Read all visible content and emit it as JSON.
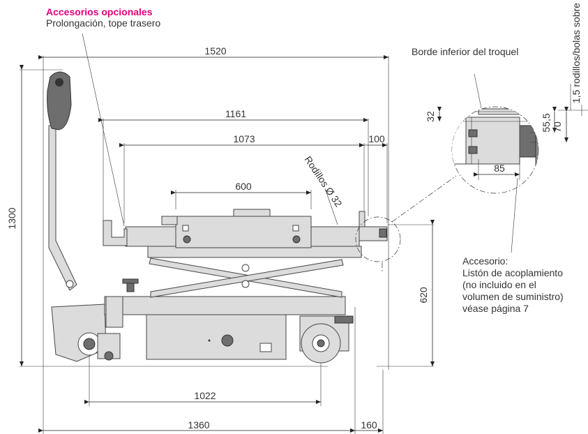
{
  "labels": {
    "accessory_title": "Accesorios opcionales",
    "accessory_sub": "Prolongación, tope trasero",
    "die_edge": "Borde inferior del troquel",
    "rollers_note": "1,5 rodillos/bolas sobre",
    "rollers": "Rodillos Ø 32",
    "accessory_lines": [
      "Accesorio:",
      "Listón de acoplamiento",
      "(no incluido en el",
      "volumen de suministro)",
      "véase página 7"
    ]
  },
  "dimensions": {
    "d1520": "1520",
    "d1161": "1161",
    "d1073": "1073",
    "d100": "100",
    "d600": "600",
    "d1300": "1300",
    "d620": "620",
    "d1022": "1022",
    "d1360": "1360",
    "d160": "160",
    "d32": "32",
    "d55_5": "55,5",
    "d70": "70",
    "d85": "85"
  },
  "colors": {
    "accent": "#e4007c",
    "body": "#dcdcdc",
    "dark": "#6e6e6e"
  }
}
